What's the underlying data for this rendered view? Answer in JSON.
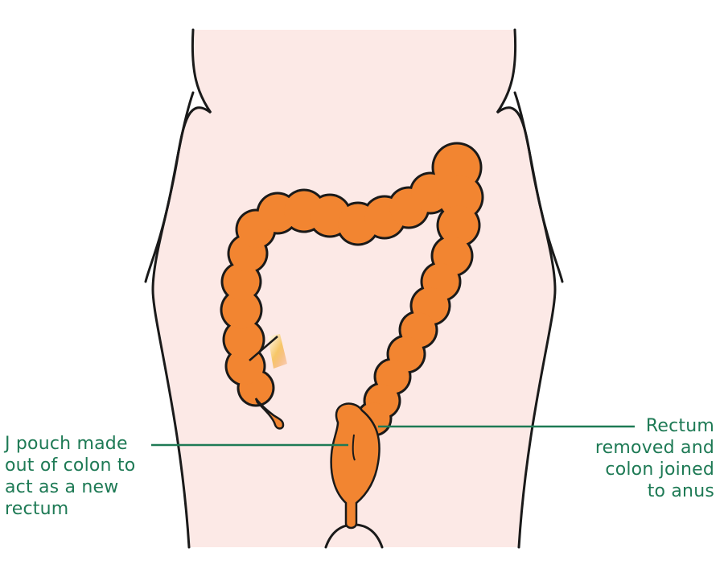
{
  "colors": {
    "skin": "#fce9e6",
    "outline": "#1a1a1a",
    "colon": "#f28531",
    "label": "#1e7a55",
    "background": "#ffffff"
  },
  "labels": {
    "j_pouch": [
      "J pouch made",
      "out of colon to",
      "act as a new",
      "rectum"
    ],
    "rectum_removed": [
      "Rectum",
      "removed and",
      "colon joined",
      "to anus"
    ]
  }
}
